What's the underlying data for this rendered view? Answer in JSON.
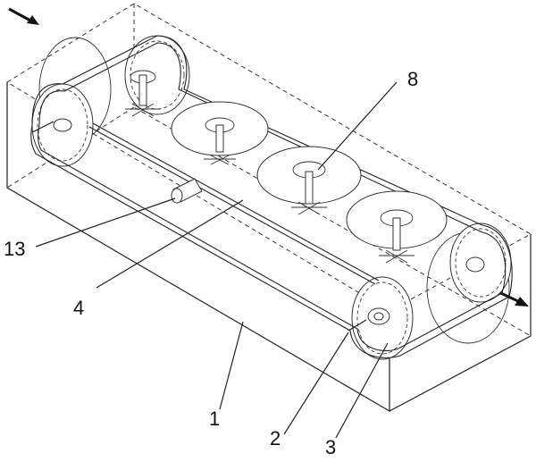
{
  "figure": {
    "callouts": [
      {
        "id": "1",
        "text": "1"
      },
      {
        "id": "2",
        "text": "2"
      },
      {
        "id": "3",
        "text": "3"
      },
      {
        "id": "4",
        "text": "4"
      },
      {
        "id": "8",
        "text": "8"
      },
      {
        "id": "13",
        "text": "13"
      }
    ],
    "arrows": [
      "arrow-in",
      "arrow-out"
    ],
    "colors": {
      "ink": "#222222",
      "paper": "#ffffff"
    }
  }
}
